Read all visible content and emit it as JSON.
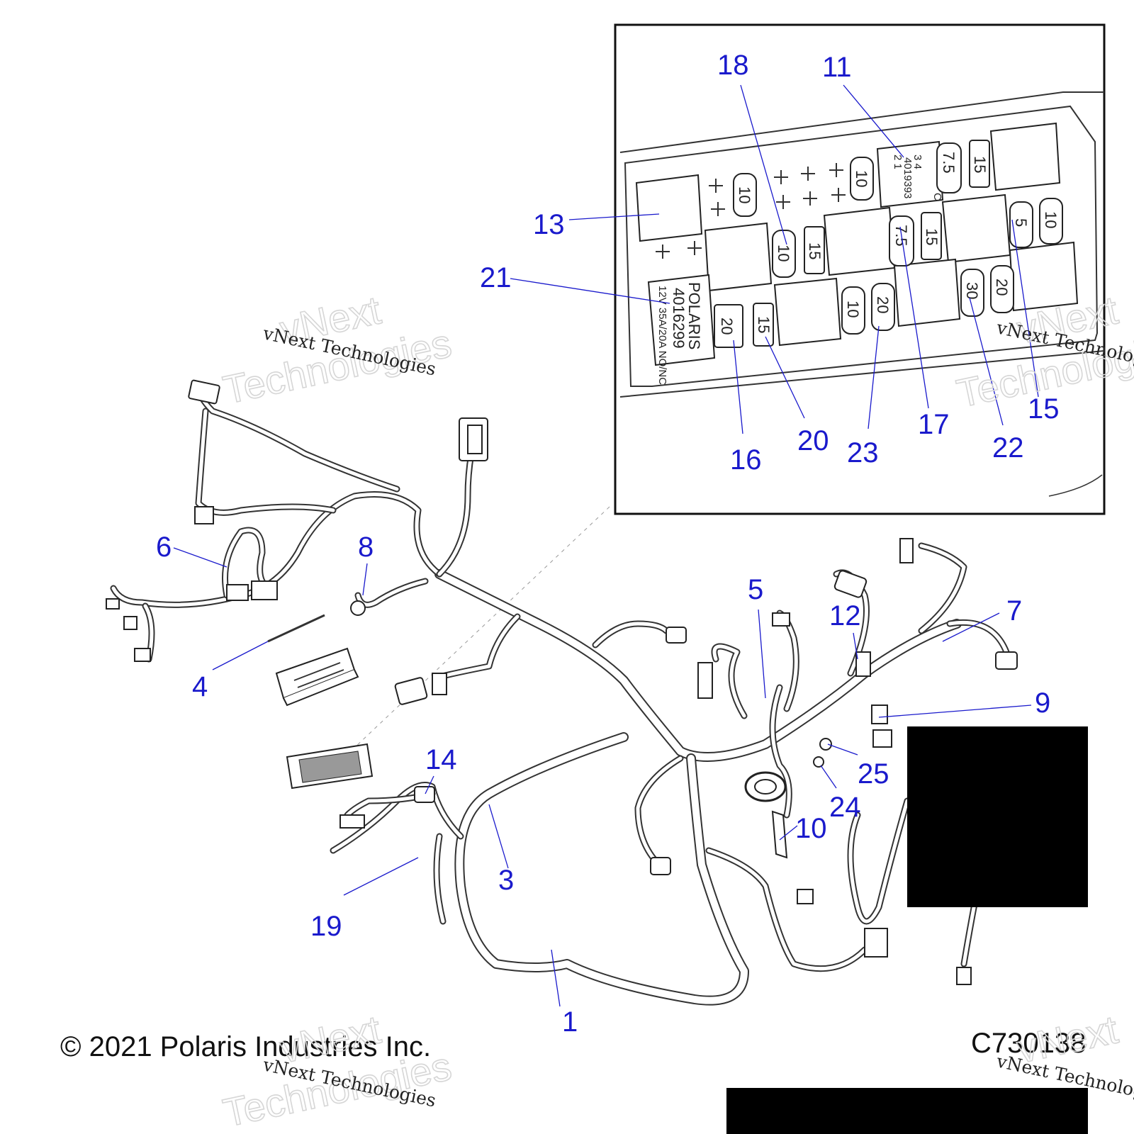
{
  "callouts": {
    "c1": "1",
    "c3": "3",
    "c4": "4",
    "c5": "5",
    "c6": "6",
    "c7": "7",
    "c8": "8",
    "c9": "9",
    "c10": "10",
    "c11": "11",
    "c12": "12",
    "c13": "13",
    "c14": "14",
    "c15": "15",
    "c16": "16",
    "c17": "17",
    "c18": "18",
    "c19": "19",
    "c20": "20",
    "c21": "21",
    "c22": "22",
    "c23": "23",
    "c24": "24",
    "c25": "25"
  },
  "fuse_box": {
    "relay_label": {
      "pins_top": "2      1",
      "part_no": "4019393",
      "pins_bottom": "3      4",
      "mark": "C"
    },
    "brand_label": {
      "brand": "POLARIS",
      "part_no": "4016299",
      "rating": "12V 35A/20A NO/NC"
    },
    "fuses": [
      "10",
      "10",
      "7.5",
      "15",
      "10",
      "15",
      "7.5",
      "15",
      "5",
      "10",
      "20",
      "15",
      "10",
      "20",
      "30",
      "20"
    ]
  },
  "footer": {
    "copyright": "© 2021 Polaris Industries Inc.",
    "drawing_id": "C730138"
  },
  "watermark": {
    "big_line1": "vNext",
    "big_line2": "Technologies",
    "small": "vNext Technologies"
  },
  "colors": {
    "callout": "#1a1acc",
    "line_art": "#222222",
    "redaction": "#000000"
  }
}
